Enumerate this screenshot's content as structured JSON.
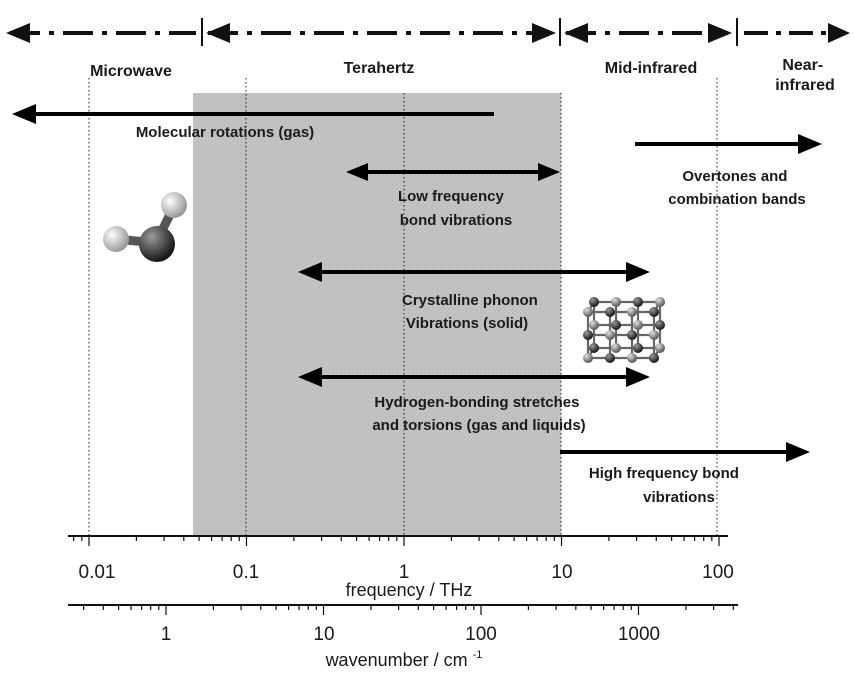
{
  "regions": [
    {
      "id": "microwave",
      "label": "Microwave"
    },
    {
      "id": "terahertz",
      "label": "Terahertz"
    },
    {
      "id": "mid-infrared",
      "label": "Mid-infrared"
    },
    {
      "id": "near-infrared",
      "label_lines": [
        "Near-",
        "infrared"
      ]
    }
  ],
  "processes": [
    {
      "id": "molecular-rotations",
      "lines": [
        "Molecular rotations (gas)"
      ]
    },
    {
      "id": "low-frequency-bond",
      "lines": [
        "Low frequency",
        "bond vibrations"
      ]
    },
    {
      "id": "overtones",
      "lines": [
        "Overtones and",
        "combination bands"
      ]
    },
    {
      "id": "crystalline-phonon",
      "lines": [
        "Crystalline phonon",
        "Vibrations (solid)"
      ]
    },
    {
      "id": "hydrogen-bonding",
      "lines": [
        "Hydrogen-bonding stretches",
        "and torsions (gas and liquids)"
      ]
    },
    {
      "id": "high-frequency-bond",
      "lines": [
        "High frequency bond",
        "vibrations"
      ]
    }
  ],
  "frequency_axis": {
    "label": "frequency / THz",
    "ticks": [
      "0.01",
      "0.1",
      "1",
      "10",
      "100"
    ]
  },
  "wavenumber_axis": {
    "label_main": "wavenumber / cm",
    "label_sup": "-1",
    "ticks": [
      "1",
      "10",
      "100",
      "1000"
    ]
  }
}
